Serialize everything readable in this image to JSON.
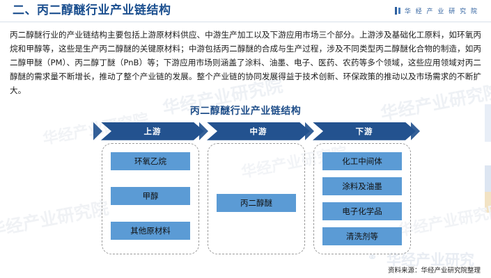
{
  "header": {
    "title": "二、丙二醇醚行业产业链结构",
    "brand": "华 经 产 业 研 究 院",
    "brand_icon": "book-mark-icon"
  },
  "body": {
    "paragraph": "丙二醇醚行业的产业链结构主要包括上游原材料供应、中游生产加工以及下游应用市场三个部分。上游涉及基础化工原料，如环氧丙烷和甲醇等，这些是生产丙二醇醚的关键原材料；中游包括丙二醇醚的合成与生产过程，涉及不同类型丙二醇醚化合物的制造，如丙二醇甲醚（PM）、丙二醇丁醚（PnB）等；下游应用市场则涵盖了涂料、油墨、电子、医药、农药等多个领域，这些应用领域对丙二醇醚的需求量不断增长，推动了整个产业链的发展。整个产业链的协同发展得益于技术创新、环保政策的推动以及市场需求的不断扩大。"
  },
  "figure": {
    "title": "丙二醇醚行业产业链结构",
    "stages": [
      {
        "label": "上游"
      },
      {
        "label": "中游"
      },
      {
        "label": "下游"
      }
    ],
    "upstream_nodes": [
      "环氧乙烷",
      "甲醇",
      "其他原材料"
    ],
    "midstream_nodes": [
      "丙二醇醚"
    ],
    "downstream_nodes": [
      "化工中间体",
      "涂料及油墨",
      "电子化学品",
      "清洗剂等"
    ]
  },
  "footer": {
    "source": "资料来源：华经产业研究院整理"
  },
  "watermark": {
    "text": "华经产业研究院",
    "short": "华经产业研究",
    "weibo_icon": "weibo-icon"
  },
  "colors": {
    "title_blue": "#1b4f8f",
    "arrow_blue": "#23528f",
    "node_blue": "#5b9bd5",
    "divider": "#d8e0ea"
  }
}
